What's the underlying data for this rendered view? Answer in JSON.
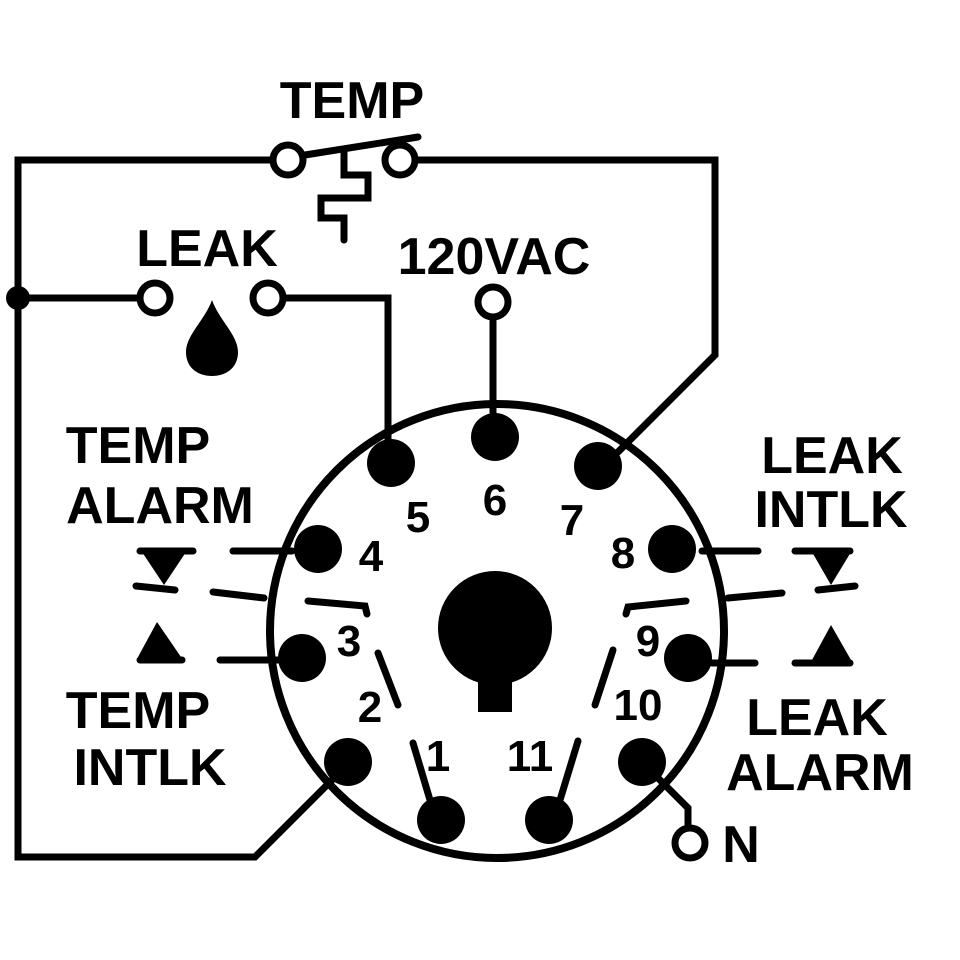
{
  "labels": {
    "temp_switch": "TEMP",
    "leak_switch": "LEAK",
    "supply": "120VAC",
    "temp_alarm": [
      "TEMP",
      "ALARM"
    ],
    "leak_intlk": [
      "LEAK",
      "INTLK"
    ],
    "temp_intlk": [
      "TEMP",
      "INTLK"
    ],
    "leak_alarm": [
      "LEAK",
      "ALARM"
    ],
    "neutral": "N"
  },
  "pins": [
    "1",
    "2",
    "3",
    "4",
    "5",
    "6",
    "7",
    "8",
    "9",
    "10",
    "11"
  ],
  "colors": {
    "ink": "#000000",
    "background": "#ffffff"
  }
}
